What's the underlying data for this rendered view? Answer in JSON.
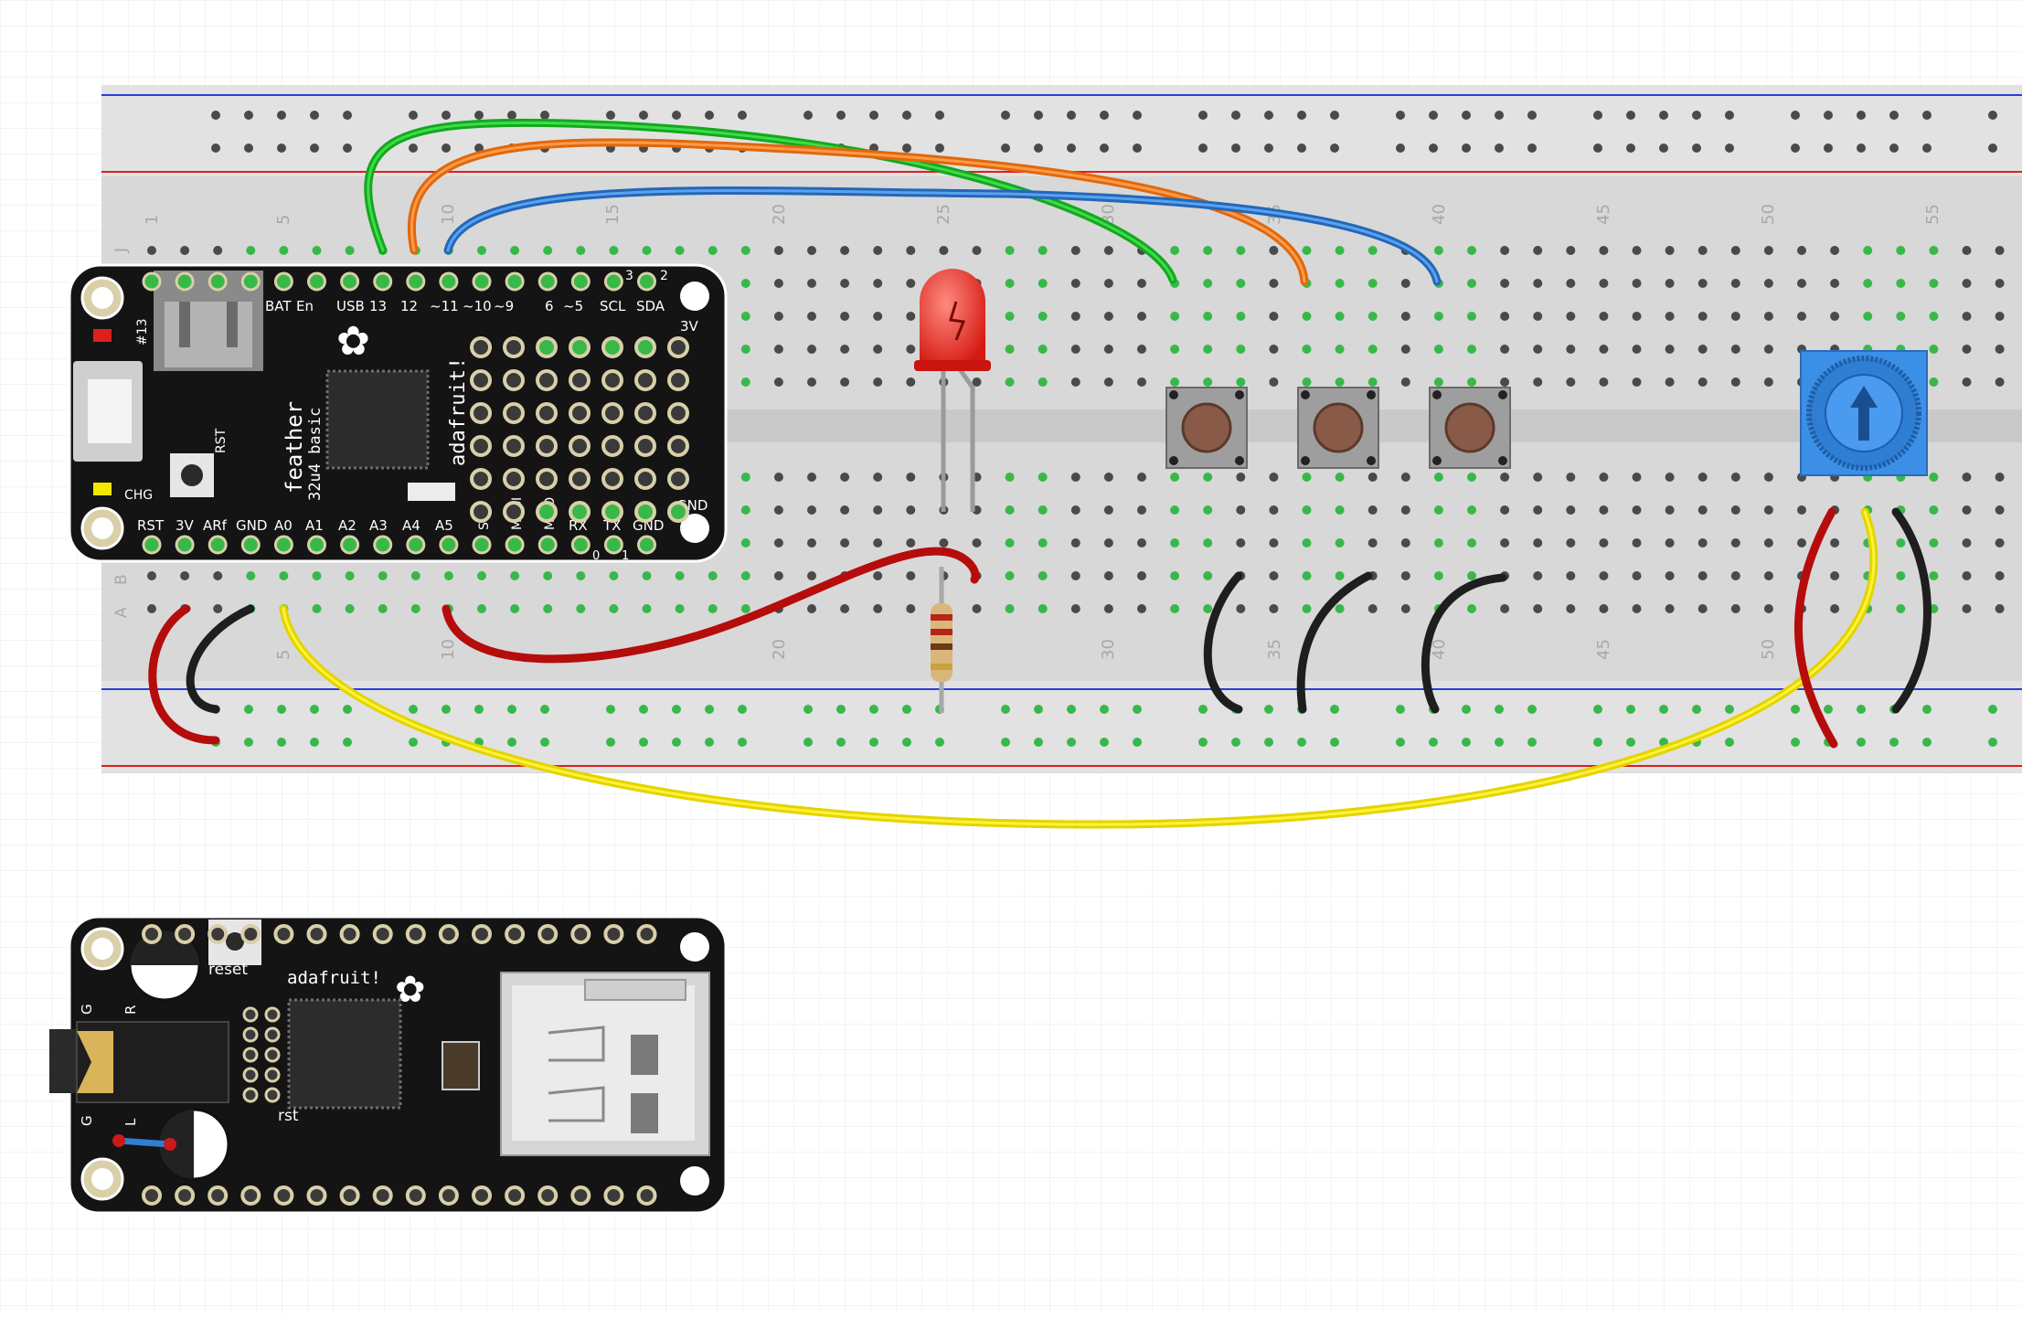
{
  "breadboard": {
    "column_numbers": [
      "1",
      "5",
      "10",
      "15",
      "20",
      "25",
      "30",
      "35",
      "40",
      "45",
      "50",
      "55"
    ],
    "row_letters_top": [
      "J"
    ],
    "row_letters_bottom": [
      "B",
      "A"
    ],
    "rail_colors": {
      "blue": "#2a3fd6",
      "red": "#e01e1e"
    }
  },
  "feather_32u4": {
    "title": "feather",
    "subtitle": "32u4 basic",
    "brand": "adafruit!",
    "top_pin_labels": [
      "BAT",
      "En",
      "USB",
      "13",
      "12",
      "~11",
      "~10",
      "~9",
      "6",
      "~5",
      "SCL",
      "SDA"
    ],
    "bottom_pin_labels": [
      "RST",
      "3V",
      "ARf",
      "GND",
      "A0",
      "A1",
      "A2",
      "A3",
      "A4",
      "A5",
      "SCK",
      "MOSI",
      "MISO",
      "RX",
      "TX",
      "GND"
    ],
    "side_labels": [
      "#13",
      "RST",
      "CHG",
      "3V",
      "GND",
      "3",
      "2",
      "0",
      "1"
    ]
  },
  "music_maker": {
    "brand": "adafruit!",
    "reset_label": "reset",
    "rst_label": "rst",
    "side_labels": [
      "G",
      "R",
      "G",
      "L"
    ]
  },
  "components": {
    "led_color": "#e8201a",
    "resistor_color": "#d9b77a",
    "pot_color": "#3c8fe6",
    "button_count": 3
  },
  "wire_colors": {
    "green": "#1fbf2b",
    "orange": "#f07412",
    "blue": "#2f7fd3",
    "red": "#cc0f0f",
    "black": "#1e1e1e",
    "yellow": "#f2e600"
  }
}
